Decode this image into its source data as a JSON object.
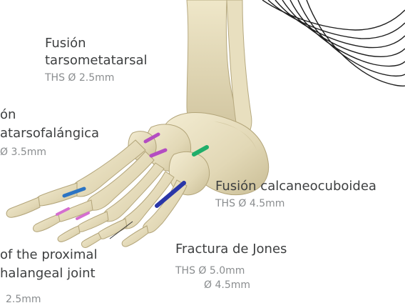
{
  "labels": {
    "tmt_line1": "Fusión",
    "tmt_line2": "tarsometatarsal",
    "tmt_spec": "THS  Ø 2.5mm",
    "mtp_line1": "ón",
    "mtp_line2": "atarsofalángica",
    "mtp_spec": "Ø 3.5mm",
    "cc_line1": "Fusión calcaneocuboidea",
    "cc_spec": "THS  Ø 4.5mm",
    "jones_line1": "Fractura de Jones",
    "jones_spec1": "THS  Ø 5.0mm",
    "jones_spec2": "Ø 4.5mm",
    "pip_line1": "of the proximal",
    "pip_line2": "halangeal joint",
    "pip_spec": "2.5mm"
  },
  "screws": [
    {
      "name": "tmt-screw-1",
      "color": "#b44cc2"
    },
    {
      "name": "tmt-screw-2",
      "color": "#b44cc2"
    },
    {
      "name": "cc-screw",
      "color": "#1fae6a"
    },
    {
      "name": "jones-screw",
      "color": "#2a36a8"
    },
    {
      "name": "mtp-screw",
      "color": "#2c74c4"
    },
    {
      "name": "pip-screw-1",
      "color": "#d56fd0"
    },
    {
      "name": "pip-screw-2",
      "color": "#d56fd0"
    }
  ]
}
